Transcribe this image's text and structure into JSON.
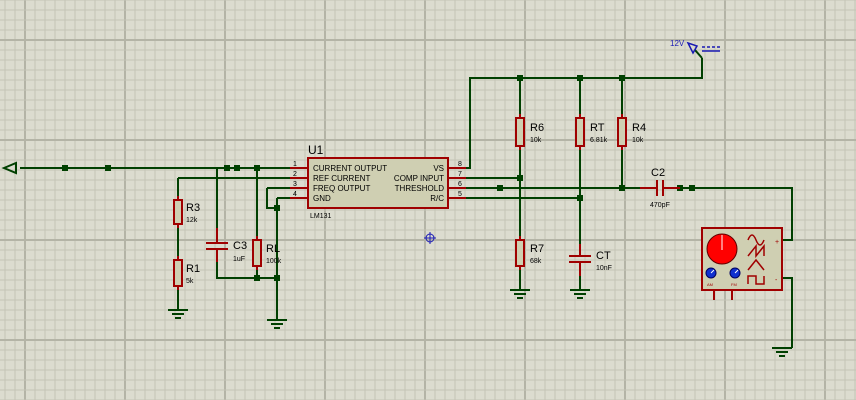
{
  "schematic": {
    "chip": {
      "ref": "U1",
      "part": "LM131",
      "pins_left": [
        {
          "num": "1",
          "name": "CURRENT OUTPUT"
        },
        {
          "num": "2",
          "name": "REF CURRENT"
        },
        {
          "num": "3",
          "name": "FREQ OUTPUT"
        },
        {
          "num": "4",
          "name": "GND"
        }
      ],
      "pins_right": [
        {
          "num": "8",
          "name": "VS"
        },
        {
          "num": "7",
          "name": "COMP INPUT"
        },
        {
          "num": "6",
          "name": "THRESHOLD"
        },
        {
          "num": "5",
          "name": "R/C"
        }
      ]
    },
    "resistors": [
      {
        "ref": "R3",
        "value": "12k"
      },
      {
        "ref": "R1",
        "value": "5k"
      },
      {
        "ref": "RL",
        "value": "100k"
      },
      {
        "ref": "R6",
        "value": "10k"
      },
      {
        "ref": "RT",
        "value": "6.81k"
      },
      {
        "ref": "R4",
        "value": "10k"
      },
      {
        "ref": "R7",
        "value": "68k"
      }
    ],
    "capacitors": [
      {
        "ref": "C3",
        "value": "1uF"
      },
      {
        "ref": "CT",
        "value": "10nF"
      },
      {
        "ref": "C2",
        "value": "470pF"
      }
    ],
    "power": {
      "label": "12V"
    },
    "generator": {
      "knob1": "AM",
      "knob2": "FM",
      "plus": "+",
      "minus": "-"
    }
  },
  "colors": {
    "background": "#dcdccf",
    "grid": "#c4c4b6",
    "grid_major": "#b4b4a6",
    "wire": "#004000",
    "component": "#a00000",
    "component_fill": "#cfcfb2",
    "text": "#000000",
    "power_label": "#1a1ab4",
    "gen_knob": "#ff0000",
    "gen_small_knob": "#1030d0"
  }
}
